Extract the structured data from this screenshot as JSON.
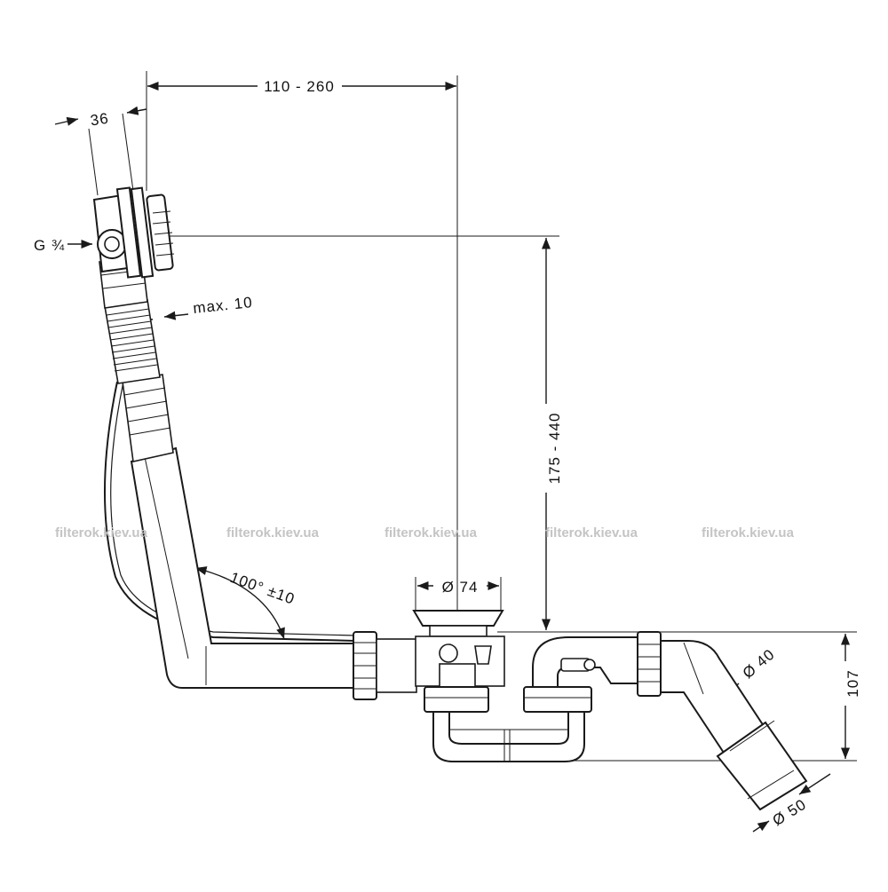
{
  "drawing": {
    "dimensions": {
      "top_span": "110 - 260",
      "flange_width": "36",
      "thread": "G ¾",
      "max_gap": "max. 10",
      "height_range": "175 - 440",
      "angle": "100° ±10",
      "drain_diameter": "Ø 74",
      "pipe_diameter": "Ø 40",
      "trap_height": "107",
      "outlet_diameter": "Ø 50"
    },
    "watermarks": [
      "filterok.kiev.ua",
      "filterok.kiev.ua",
      "filterok.kiev.ua",
      "filterok.kiev.ua",
      "filterok.kiev.ua"
    ]
  }
}
